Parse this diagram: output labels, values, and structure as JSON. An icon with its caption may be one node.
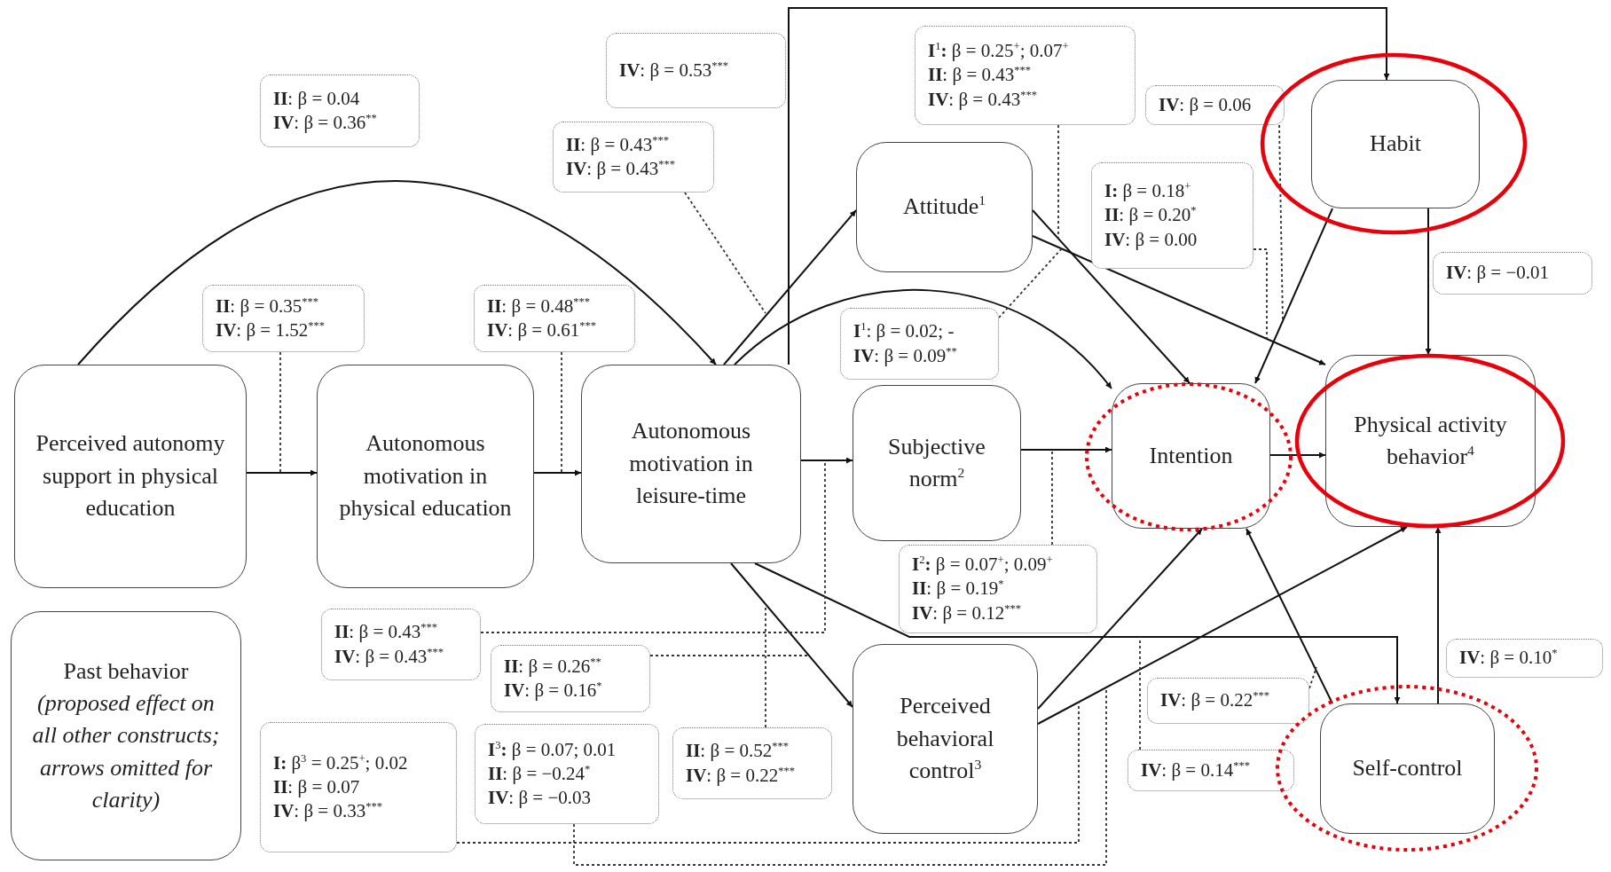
{
  "diagram": {
    "nodes": [
      {
        "text": [
          "Perceived autonomy support in physical education"
        ]
      },
      {
        "text": [
          "Autonomous motivation in physical education"
        ]
      },
      {
        "text": [
          "Autonomous motivation in leisure-time"
        ]
      },
      {
        "text": [
          "Attitude$^{1}$"
        ]
      },
      {
        "text": [
          "Subjective norm$^{2}$"
        ]
      },
      {
        "text": [
          "Perceived behavioral control$^{3}$"
        ]
      },
      {
        "text": [
          "Intention"
        ]
      },
      {
        "text": [
          "Physical activity behavior$^{4}$"
        ]
      },
      {
        "text": [
          "Habit"
        ]
      },
      {
        "text": [
          "Self-control"
        ]
      },
      {
        "text": [
          "Past behavior",
          "(proposed effect on all other constructs; arrows omitted for clarity)"
        ]
      },
      {
        "text": [
          "**II**: β = 0.04",
          "**IV**: β = 0.36$^{**}$"
        ]
      },
      {
        "text": [
          "**II**: β = 0.35$^{***}$",
          "**IV**: β = 1.52$^{***}$"
        ]
      },
      {
        "text": [
          "**II**: β = 0.48$^{***}$",
          "**IV**: β = 0.61$^{***}$"
        ]
      },
      {
        "text": [
          "**IV**: β = 0.53$^{***}$"
        ]
      },
      {
        "text": [
          "**II**: β = 0.43$^{***}$",
          "**IV**: β = 0.43$^{***}$"
        ]
      },
      {
        "text": [
          "**I**$^{1}$**:** β = 0.25$^{+}$; 0.07$^{+}$",
          "**II**: β = 0.43$^{***}$",
          "**IV**: β = 0.43$^{***}$"
        ]
      },
      {
        "text": [
          "**IV**: β = 0.06"
        ]
      },
      {
        "text": [
          "**I:** β = 0.18$^{+}$",
          "**II**: β = 0.20$^{*}$",
          "**IV**: β = 0.00"
        ]
      },
      {
        "text": [
          "**IV**: β = −0.01"
        ]
      },
      {
        "text": [
          "**I**$^{1}$: β = 0.02; -",
          "**IV**: β = 0.09$^{**}$"
        ]
      },
      {
        "text": [
          "**I**$^{2}$**:** β = 0.07$^{+}$; 0.09$^{+}$",
          "**II**: β = 0.19$^{*}$",
          "**IV**: β = 0.12$^{***}$"
        ]
      },
      {
        "text": [
          "**II**: β = 0.43$^{***}$",
          "**IV**: β = 0.43$^{***}$"
        ]
      },
      {
        "text": [
          "**II**: β = 0.26$^{**}$",
          "**IV**: β = 0.16$^{*}$"
        ]
      },
      {
        "text": [
          "**I:** β$^{3}$ = 0.25$^{+}$; 0.02",
          "**II**: β = 0.07",
          "**IV**: β = 0.33$^{***}$"
        ]
      },
      {
        "text": [
          "**I**$^{3}$**:** β = 0.07; 0.01",
          "**II**: β = −0.24$^{*}$",
          "**IV**: β = −0.03"
        ]
      },
      {
        "text": [
          "**II**: β = 0.52$^{***}$",
          "**IV**: β = 0.22$^{***}$"
        ]
      },
      {
        "text": [
          "**IV**: β = 0.22$^{***}$"
        ]
      },
      {
        "text": [
          "**IV**: β = 0.14$^{***}$"
        ]
      },
      {
        "text": [
          "**IV**: β = 0.10$^{*}$"
        ]
      }
    ],
    "edges": [
      {
        "from": 0,
        "to": 1,
        "arrow": "to"
      },
      {
        "from": 1,
        "to": 2,
        "arrow": "to"
      },
      {
        "from": 0,
        "to": 2,
        "arrow": "to"
      },
      {
        "from": 2,
        "to": 3,
        "arrow": "to"
      },
      {
        "from": 2,
        "to": 4,
        "arrow": "to"
      },
      {
        "from": 2,
        "to": 5,
        "arrow": "to"
      },
      {
        "from": 2,
        "to": 6,
        "arrow": "to"
      },
      {
        "from": 2,
        "to": 8,
        "arrow": "to"
      },
      {
        "from": 2,
        "to": 9,
        "arrow": "to"
      },
      {
        "from": 3,
        "to": 6,
        "arrow": "to"
      },
      {
        "from": 3,
        "to": 7,
        "arrow": "to"
      },
      {
        "from": 4,
        "to": 6,
        "arrow": "to"
      },
      {
        "from": 5,
        "to": 6,
        "arrow": "to"
      },
      {
        "from": 5,
        "to": 7,
        "arrow": "to"
      },
      {
        "from": 6,
        "to": 7,
        "arrow": "to"
      },
      {
        "from": 8,
        "to": 6,
        "arrow": "to"
      },
      {
        "from": 8,
        "to": 7,
        "arrow": "to"
      },
      {
        "from": 9,
        "to": 6,
        "arrow": "to"
      },
      {
        "from": 9,
        "to": 7,
        "arrow": "to"
      },
      {
        "from": 12,
        "to": null,
        "arrow": "none",
        "style": "dashed"
      },
      {
        "from": 13,
        "to": null,
        "arrow": "none",
        "style": "dashed"
      },
      {
        "from": 15,
        "to": null,
        "arrow": "none",
        "style": "dashed"
      },
      {
        "from": 16,
        "to": null,
        "arrow": "none",
        "style": "dashed"
      },
      {
        "from": 17,
        "to": null,
        "arrow": "none",
        "style": "dashed"
      },
      {
        "from": 18,
        "to": null,
        "arrow": "none",
        "style": "dashed"
      },
      {
        "from": 20,
        "to": null,
        "arrow": "none",
        "style": "dashed"
      },
      {
        "from": 21,
        "to": null,
        "arrow": "none",
        "style": "dashed"
      },
      {
        "from": 22,
        "to": null,
        "arrow": "none",
        "style": "dashed"
      },
      {
        "from": 23,
        "to": null,
        "arrow": "none",
        "style": "dashed"
      },
      {
        "from": 24,
        "to": null,
        "arrow": "none",
        "style": "dashed"
      },
      {
        "from": 25,
        "to": null,
        "arrow": "none",
        "style": "dashed"
      },
      {
        "from": 26,
        "to": null,
        "arrow": "none",
        "style": "dashed"
      },
      {
        "from": 27,
        "to": null,
        "arrow": "none",
        "style": "dashed"
      },
      {
        "from": 28,
        "to": null,
        "arrow": "none",
        "style": "dashed"
      }
    ]
  }
}
